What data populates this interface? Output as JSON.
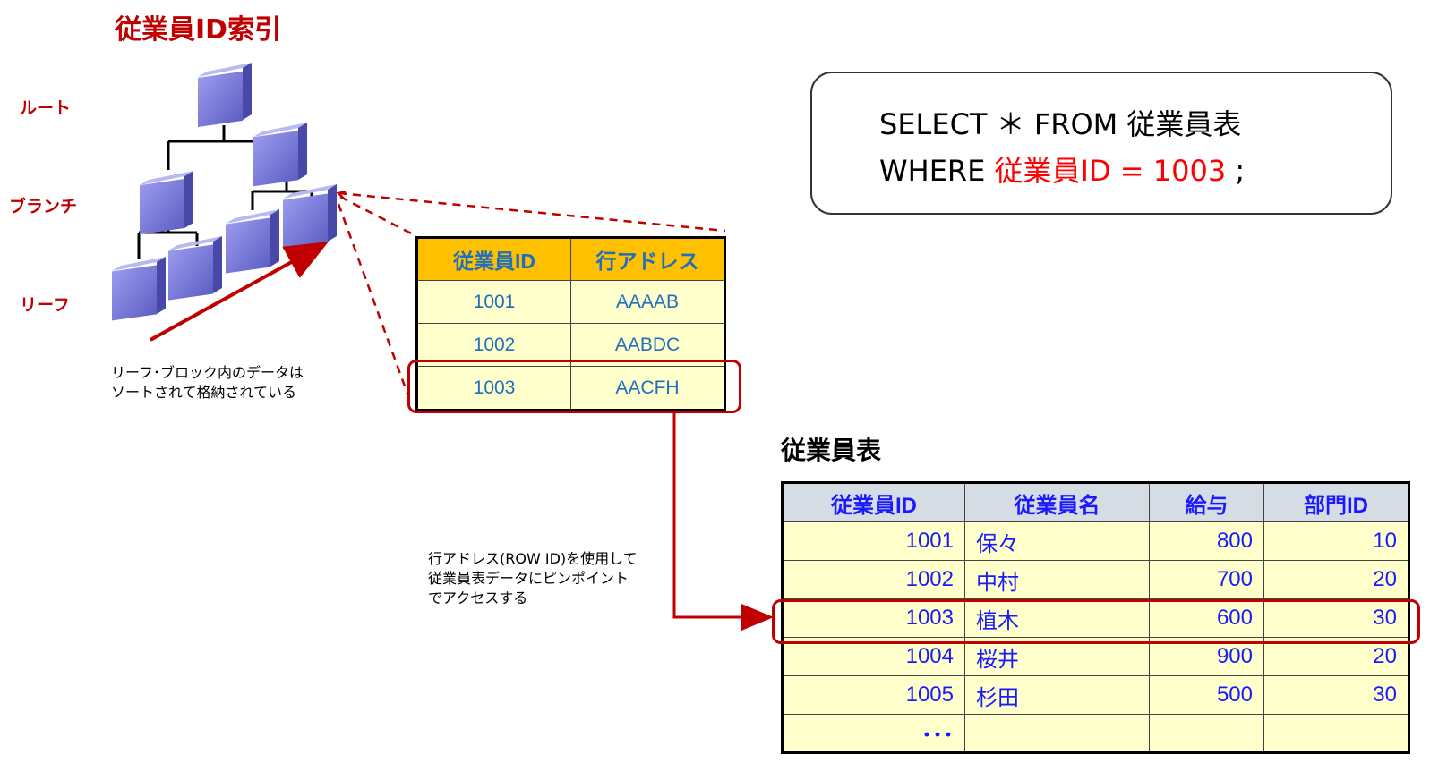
{
  "title": "従業員ID索引",
  "levels": {
    "root": "ルート",
    "branch": "ブランチ",
    "leaf": "リーフ"
  },
  "leaf_note": [
    "リーフ･ブロック内のデータは",
    "ソートされて格納されている"
  ],
  "sql": {
    "line1": "SELECT ＊ FROM 従業員表",
    "line2_prefix": "WHERE ",
    "line2_highlight": "従業員ID = 1003",
    "line2_suffix": " ;"
  },
  "index_table": {
    "headers": [
      "従業員ID",
      "行アドレス"
    ],
    "rows": [
      [
        "1001",
        "AAAAB"
      ],
      [
        "1002",
        "AABDC"
      ],
      [
        "1003",
        "AACFH"
      ]
    ]
  },
  "access_note": [
    "行アドレス(ROW ID)を使用して",
    "従業員表データにピンポイント",
    "でアクセスする"
  ],
  "employee_table": {
    "title": "従業員表",
    "headers": [
      "従業員ID",
      "従業員名",
      "給与",
      "部門ID"
    ],
    "rows": [
      [
        "1001",
        "保々",
        "800",
        "10"
      ],
      [
        "1002",
        "中村",
        "700",
        "20"
      ],
      [
        "1003",
        "植木",
        "600",
        "30"
      ],
      [
        "1004",
        "桜井",
        "900",
        "20"
      ],
      [
        "1005",
        "杉田",
        "500",
        "30"
      ],
      [
        "･･･",
        "",
        "",
        ""
      ]
    ]
  },
  "colors": {
    "accent_red": "#c00000",
    "sql_red": "#ff0000",
    "block": "#7b7bd6",
    "index_header": "#ffc000",
    "cell": "#ffffcc",
    "emp_header": "#d6dce4",
    "text_blue": "#1a1aff"
  }
}
